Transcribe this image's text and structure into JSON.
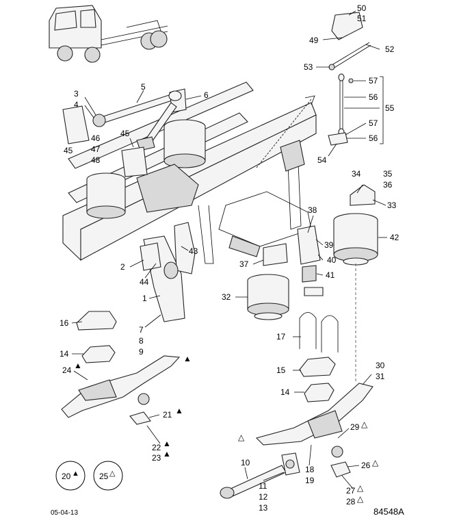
{
  "figure": {
    "date": "05-04-13",
    "figure_id": "84548A"
  },
  "symbols": {
    "filled": "▲",
    "open": "△"
  },
  "legend": {
    "filled_number": "20",
    "open_number": "25"
  },
  "labels": [
    {
      "text": "50"
    },
    {
      "text": "51"
    },
    {
      "text": "49"
    },
    {
      "text": "52"
    },
    {
      "text": "53"
    },
    {
      "text": "57"
    },
    {
      "text": "56"
    },
    {
      "text": "55"
    },
    {
      "text": "57"
    },
    {
      "text": "56"
    },
    {
      "text": "54"
    },
    {
      "text": "3"
    },
    {
      "text": "4"
    },
    {
      "text": "5"
    },
    {
      "text": "6"
    },
    {
      "text": "46"
    },
    {
      "text": "47"
    },
    {
      "text": "48"
    },
    {
      "text": "45"
    },
    {
      "text": "45"
    },
    {
      "text": "34"
    },
    {
      "text": "35"
    },
    {
      "text": "36"
    },
    {
      "text": "33"
    },
    {
      "text": "38"
    },
    {
      "text": "42"
    },
    {
      "text": "39"
    },
    {
      "text": "40"
    },
    {
      "text": "37"
    },
    {
      "text": "41"
    },
    {
      "text": "43"
    },
    {
      "text": "2"
    },
    {
      "text": "44"
    },
    {
      "text": "1"
    },
    {
      "text": "32"
    },
    {
      "text": "7"
    },
    {
      "text": "8"
    },
    {
      "text": "9"
    },
    {
      "text": "16"
    },
    {
      "text": "17"
    },
    {
      "text": "14"
    },
    {
      "text": "24"
    },
    {
      "text": "15"
    },
    {
      "text": "30"
    },
    {
      "text": "31"
    },
    {
      "text": "14"
    },
    {
      "text": "21"
    },
    {
      "text": "22"
    },
    {
      "text": "23"
    },
    {
      "text": "29"
    },
    {
      "text": "10"
    },
    {
      "text": "18"
    },
    {
      "text": "19"
    },
    {
      "text": "26"
    },
    {
      "text": "11"
    },
    {
      "text": "12"
    },
    {
      "text": "13"
    },
    {
      "text": "27"
    },
    {
      "text": "28"
    }
  ]
}
